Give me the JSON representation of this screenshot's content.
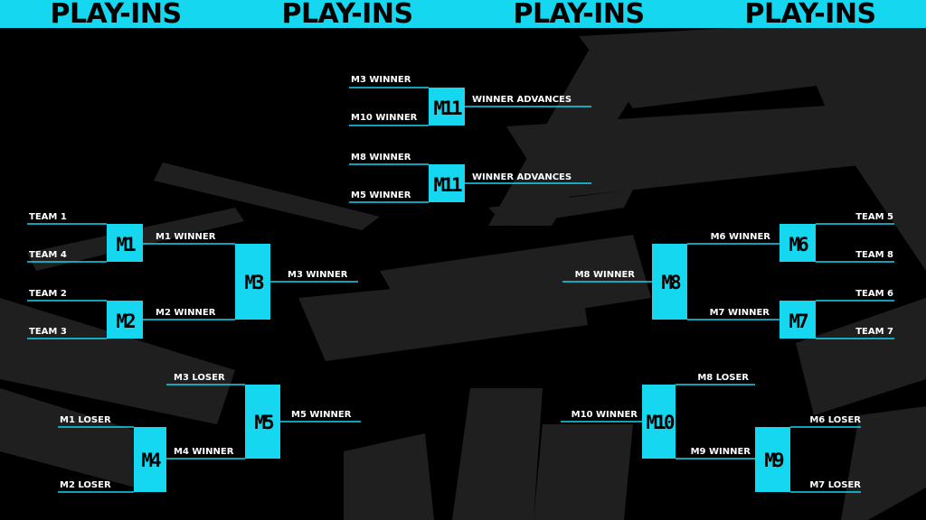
{
  "theme": {
    "accent": "#15d7ef",
    "background": "#000000",
    "shape": "#1f1f1f",
    "line": "#15d7ef",
    "text": "#ffffff"
  },
  "banner": {
    "text": "PLAY-INS",
    "repeat": 4
  },
  "matches": {
    "m1": "M1",
    "m2": "M2",
    "m3": "M3",
    "m4": "M4",
    "m5": "M5",
    "m6": "M6",
    "m7": "M7",
    "m8": "M8",
    "m9": "M9",
    "m10": "M10",
    "m11_top": "M11",
    "m11_bottom": "M11"
  },
  "labels": {
    "team1": "TEAM 1",
    "team4": "TEAM 4",
    "team2": "TEAM 2",
    "team3": "TEAM 3",
    "team5": "TEAM 5",
    "team8": "TEAM 8",
    "team6": "TEAM 6",
    "team7": "TEAM 7",
    "m1_winner": "M1 WINNER",
    "m2_winner": "M2 WINNER",
    "m3_winner_out": "M3 WINNER",
    "m1_loser": "M1 LOSER",
    "m2_loser": "M2 LOSER",
    "m3_loser": "M3 LOSER",
    "m4_winner": "M4 WINNER",
    "m5_winner_out": "M5 WINNER",
    "m6_winner": "M6 WINNER",
    "m7_winner": "M7 WINNER",
    "m8_winner_out": "M8 WINNER",
    "m8_loser": "M8 LOSER",
    "m6_loser": "M6 LOSER",
    "m7_loser": "M7 LOSER",
    "m9_winner": "M9 WINNER",
    "m10_winner_out": "M10 WINNER",
    "top_m3_winner": "M3 WINNER",
    "top_m10_winner": "M10 WINNER",
    "top_advance": "WINNER ADVANCES",
    "bot_m8_winner": "M8 WINNER",
    "bot_m5_winner": "M5 WINNER",
    "bot_advance": "WINNER ADVANCES"
  }
}
